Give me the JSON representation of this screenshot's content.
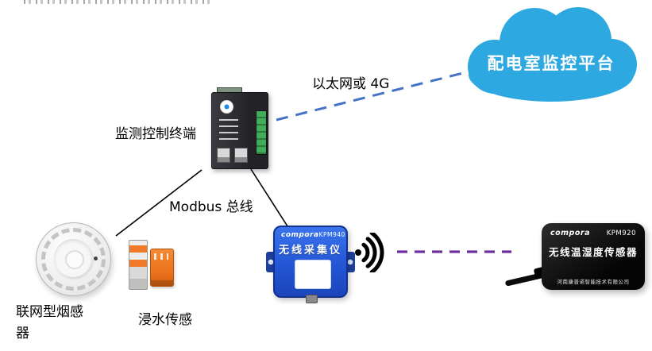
{
  "cloud": {
    "label": "配电室监控平台"
  },
  "links": {
    "ethernet_label": "以太网或 4G",
    "modbus_label": "Modbus 总线"
  },
  "gateway": {
    "label": "监测控制终端"
  },
  "smoke_sensor": {
    "label_line1": "联网型烟感",
    "label_line2": "器"
  },
  "water_sensor": {
    "label": "浸水传感"
  },
  "collector": {
    "brand": "compora",
    "model": "KPM940",
    "name": "无线采集仪"
  },
  "th_sensor": {
    "brand": "compora",
    "model": "KPM920",
    "name": "无线温湿度传感器",
    "company": "河南康普诺智能技术有限公司"
  },
  "colors": {
    "cloud_blue": "#2EA8E0",
    "ethernet_line": "#4472C4",
    "wireless_line": "#7030A0",
    "modbus_line": "#000000",
    "collector_blue": "#2455D4",
    "sensor_black": "#050505"
  }
}
